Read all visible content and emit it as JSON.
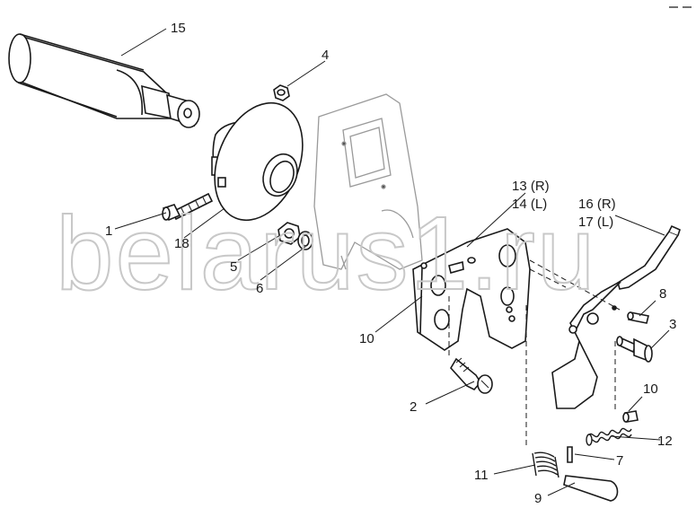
{
  "watermark": "belarus1.ru",
  "callouts": [
    {
      "id": "15",
      "label": "15"
    },
    {
      "id": "4",
      "label": "4"
    },
    {
      "id": "1",
      "label": "1"
    },
    {
      "id": "18",
      "label": "18"
    },
    {
      "id": "5",
      "label": "5"
    },
    {
      "id": "6",
      "label": "6"
    },
    {
      "id": "13",
      "label": "13 (R)"
    },
    {
      "id": "14",
      "label": "14 (L)"
    },
    {
      "id": "16",
      "label": "16 (R)"
    },
    {
      "id": "17",
      "label": "17 (L)"
    },
    {
      "id": "8",
      "label": "8"
    },
    {
      "id": "3",
      "label": "3"
    },
    {
      "id": "10a",
      "label": "10"
    },
    {
      "id": "10b",
      "label": "10"
    },
    {
      "id": "2",
      "label": "2"
    },
    {
      "id": "12",
      "label": "12"
    },
    {
      "id": "7",
      "label": "7"
    },
    {
      "id": "11",
      "label": "11"
    },
    {
      "id": "9",
      "label": "9"
    }
  ],
  "colors": {
    "line": "#1a1a1a",
    "watermark": "#c8c8c8"
  }
}
